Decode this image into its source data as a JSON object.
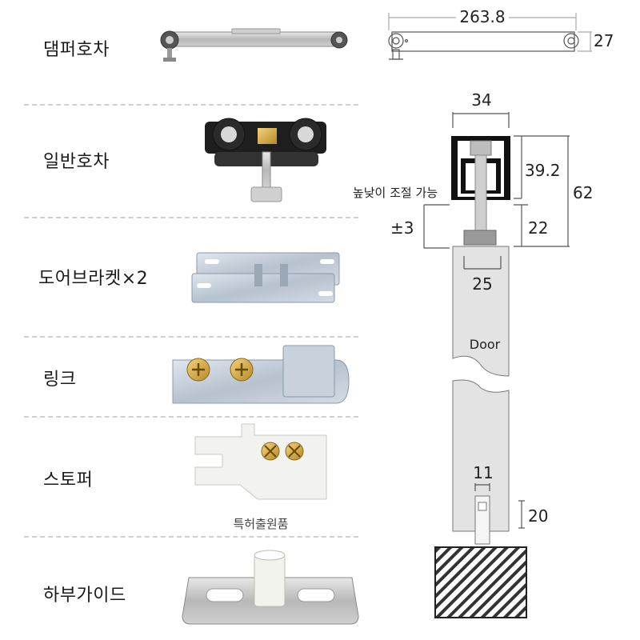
{
  "parts": [
    {
      "label": "댐퍼호차"
    },
    {
      "label": "일반호차"
    },
    {
      "label": "도어브라켓×2"
    },
    {
      "label": "링크"
    },
    {
      "label": "스토퍼"
    },
    {
      "label": "하부가이드"
    }
  ],
  "stopper_note": "특허출원품",
  "dimensions": {
    "damper_length": "263.8",
    "damper_height": "27",
    "rail_width": "34",
    "rail_inner_height": "39.2",
    "total_height": "62",
    "bottom_gap": "22",
    "adjust_range": "±3",
    "adjust_label": "높낮이 조절 가능",
    "bracket_width": "25",
    "door_label": "Door",
    "guide_width": "11",
    "guide_height": "20"
  }
}
